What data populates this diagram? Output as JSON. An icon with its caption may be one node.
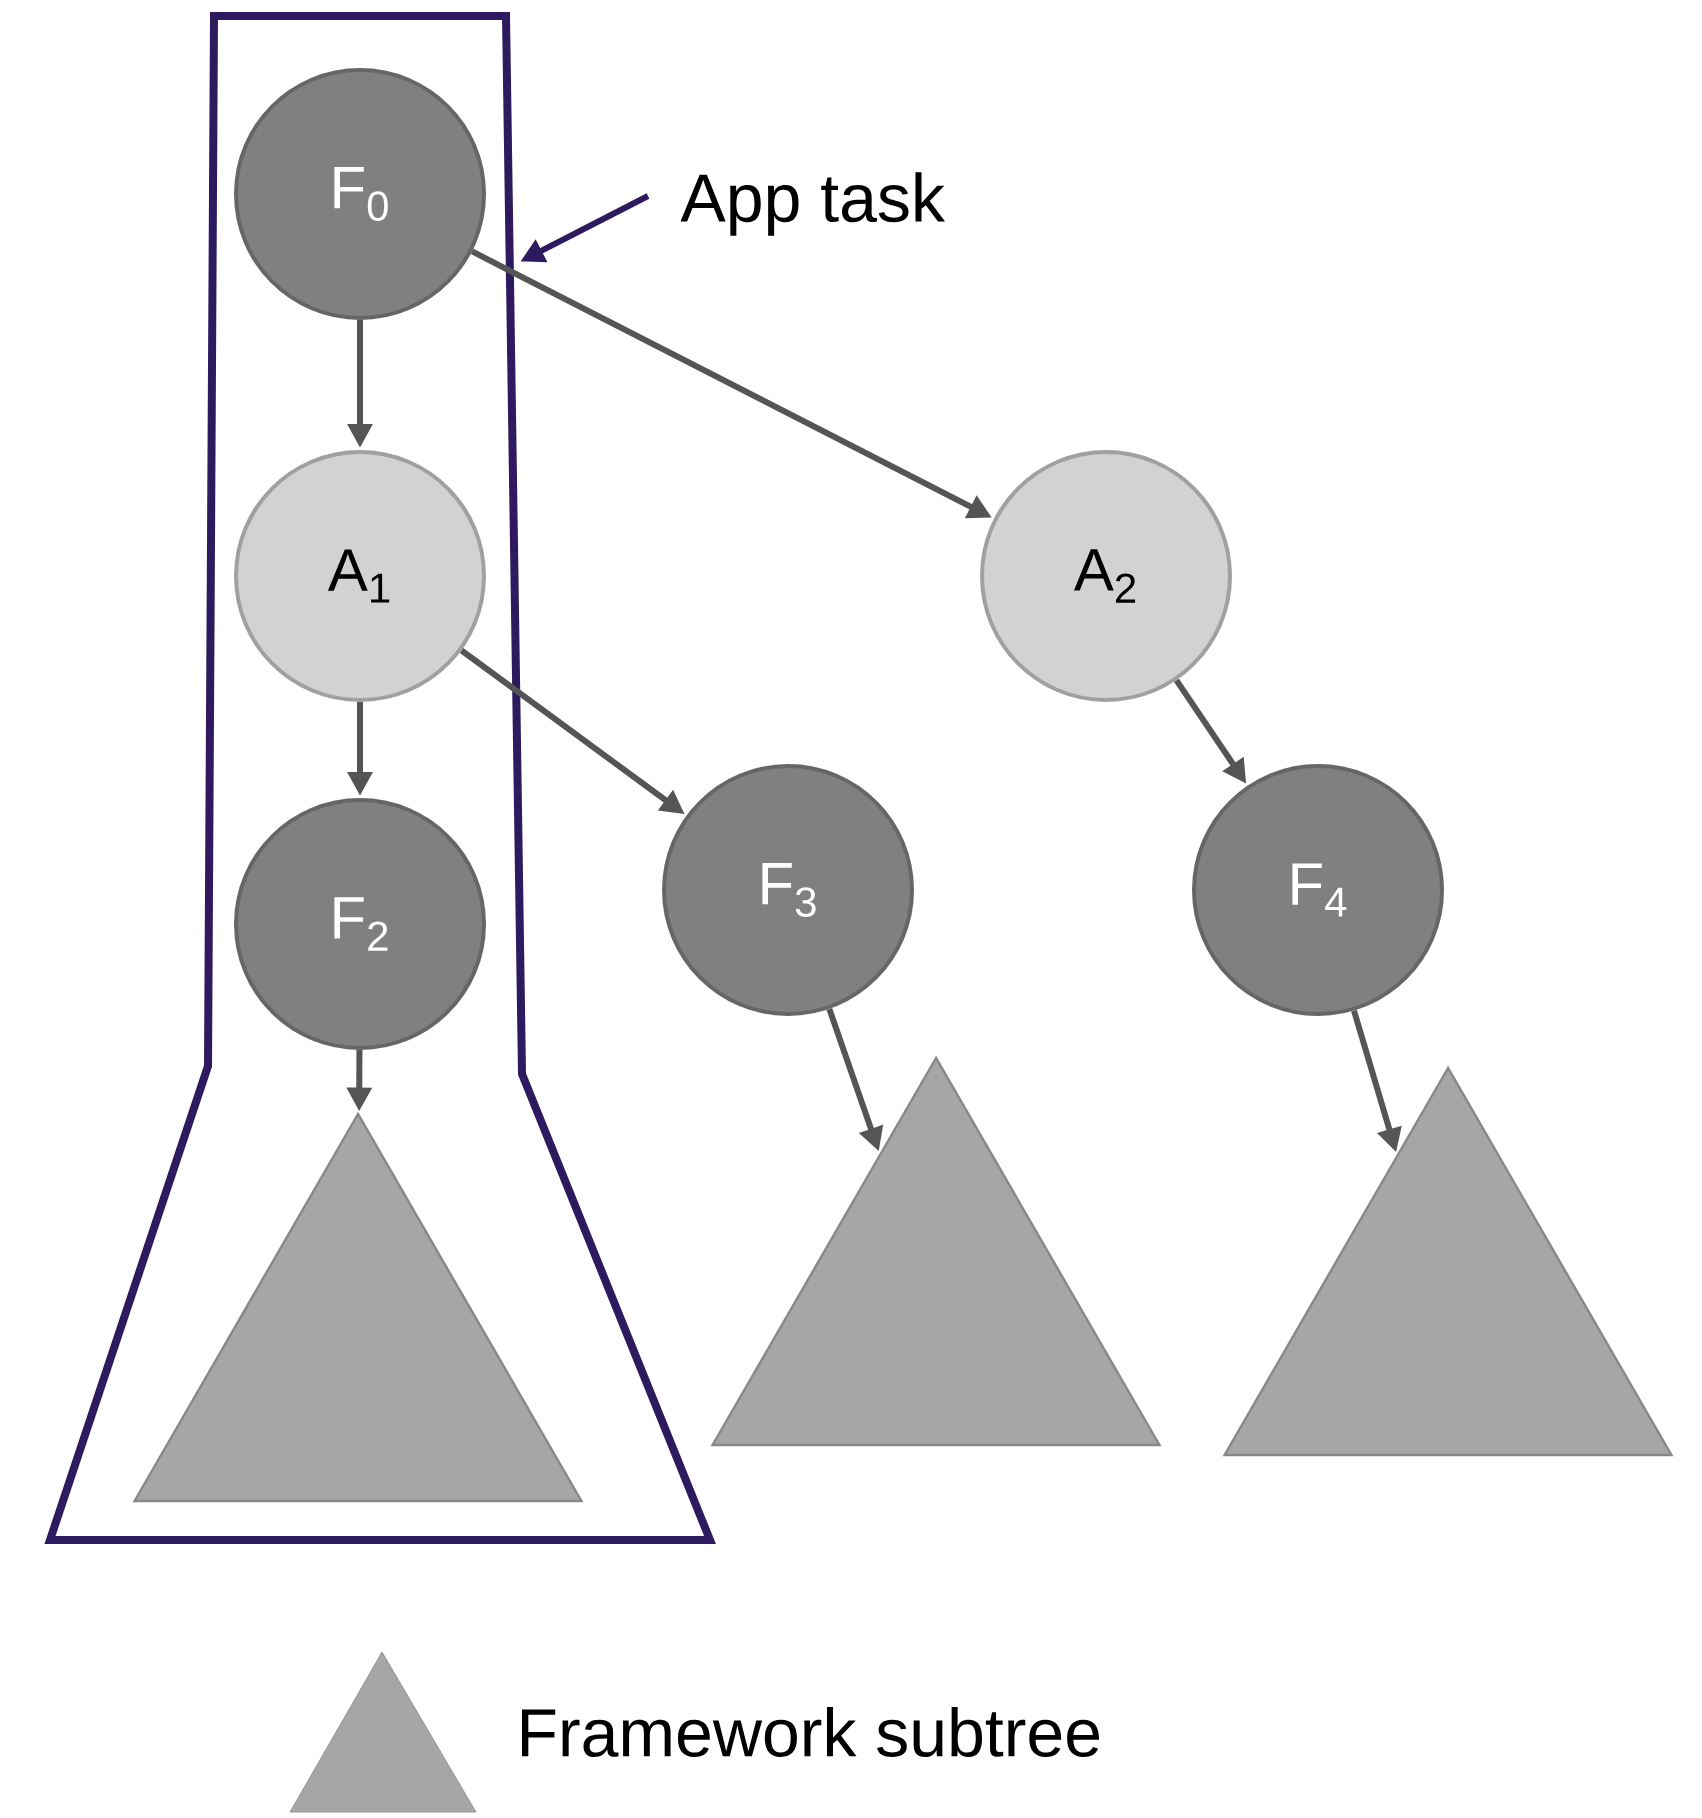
{
  "diagram": {
    "nodes": [
      {
        "text": [],
        "shape": "polygon"
      },
      {
        "text": [
          "F$_{0}$"
        ],
        "in": 0
      },
      {
        "text": [
          "A$_{1}$"
        ],
        "in": 0
      },
      {
        "text": [
          "A$_{2}$"
        ]
      },
      {
        "text": [
          "F$_{2}$"
        ],
        "in": 0
      },
      {
        "text": [
          "F$_{3}$"
        ]
      },
      {
        "text": [
          "F$_{4}$"
        ]
      },
      {
        "text": [],
        "shape": "triangle",
        "in": 0
      },
      {
        "text": [],
        "shape": "triangle"
      },
      {
        "text": [],
        "shape": "triangle"
      },
      {
        "text": [
          "App task"
        ]
      }
    ],
    "edges": [
      {
        "from": 1,
        "to": 2,
        "arrow": "to"
      },
      {
        "from": 1,
        "to": 3,
        "arrow": "to"
      },
      {
        "from": 2,
        "to": 4,
        "arrow": "to"
      },
      {
        "from": 2,
        "to": 5,
        "arrow": "to"
      },
      {
        "from": 3,
        "to": 6,
        "arrow": "to"
      },
      {
        "from": 4,
        "to": 7,
        "arrow": "to"
      },
      {
        "from": 5,
        "to": 8,
        "arrow": "to"
      },
      {
        "from": 6,
        "to": 9,
        "arrow": "to"
      },
      {
        "from": 10,
        "to": 0,
        "arrow": "to",
        "color": "#2e1a5e"
      }
    ],
    "legend": [
      {
        "text": "Framework subtree"
      }
    ]
  }
}
